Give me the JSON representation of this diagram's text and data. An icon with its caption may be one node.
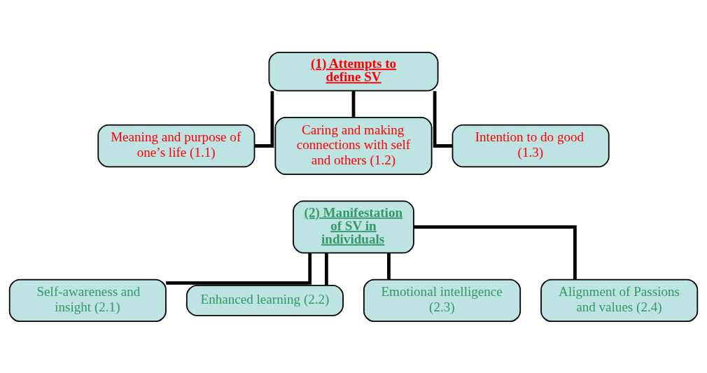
{
  "diagram": {
    "nodes": [
      {
        "text": [
          "(1) Attempts to define SV"
        ]
      },
      {
        "text": [
          "Meaning and purpose of one’s life (1.1)"
        ]
      },
      {
        "text": [
          "Caring and making connections with self and others (1.2)"
        ]
      },
      {
        "text": [
          "Intention to do good (1.3)"
        ]
      },
      {
        "text": [
          "(2) Manifestation of SV in individuals"
        ]
      },
      {
        "text": [
          "Self-awareness and insight (2.1)"
        ]
      },
      {
        "text": [
          "Enhanced learning (2.2)"
        ]
      },
      {
        "text": [
          "Emotional intelligence (2.3)"
        ]
      },
      {
        "text": [
          "Alignment of Passions and values (2.4)"
        ]
      }
    ],
    "edges": [
      {
        "from": 0,
        "to": 1,
        "arrow": "none"
      },
      {
        "from": 0,
        "to": 2,
        "arrow": "none"
      },
      {
        "from": 0,
        "to": 3,
        "arrow": "none"
      },
      {
        "from": 4,
        "to": 5,
        "arrow": "none"
      },
      {
        "from": 4,
        "to": 6,
        "arrow": "none"
      },
      {
        "from": 4,
        "to": 7,
        "arrow": "none"
      },
      {
        "from": 4,
        "to": 8,
        "arrow": "none"
      }
    ]
  }
}
